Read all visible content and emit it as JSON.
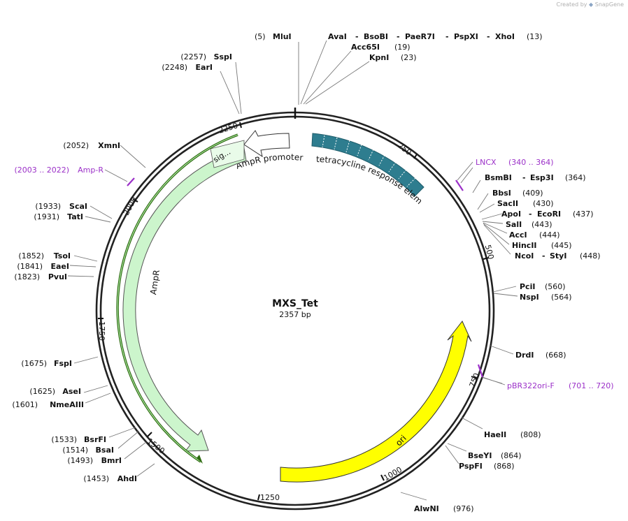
{
  "brand": {
    "created_by": "Created by",
    "name": "SnapGene"
  },
  "plasmid": {
    "name": "MXS_Tet",
    "length_label": "2357 bp"
  },
  "ruler": [
    "250",
    "500",
    "750",
    "1000",
    "1250",
    "1500",
    "1750",
    "2000",
    "2250"
  ],
  "enzyme_labels": [
    {
      "id": "mlui",
      "pos": "(5)",
      "names": [
        "MluI"
      ]
    },
    {
      "id": "aval",
      "pos": "(13)",
      "names": [
        "AvaI",
        "BsoBI",
        "PaeR7I",
        "PspXI",
        "XhoI"
      ]
    },
    {
      "id": "acc65i",
      "pos": "(19)",
      "names": [
        "Acc65I"
      ]
    },
    {
      "id": "kpni",
      "pos": "(23)",
      "names": [
        "KpnI"
      ]
    },
    {
      "id": "bsmbi",
      "pos": "(364)",
      "names": [
        "BsmBI",
        "Esp3I"
      ]
    },
    {
      "id": "bbsi",
      "pos": "(409)",
      "names": [
        "BbsI"
      ]
    },
    {
      "id": "sacii",
      "pos": "(430)",
      "names": [
        "SacII"
      ]
    },
    {
      "id": "apoi",
      "pos": "(437)",
      "names": [
        "ApoI",
        "EcoRI"
      ]
    },
    {
      "id": "sali",
      "pos": "(443)",
      "names": [
        "SalI"
      ]
    },
    {
      "id": "acci",
      "pos": "(444)",
      "names": [
        "AccI"
      ]
    },
    {
      "id": "hincii",
      "pos": "(445)",
      "names": [
        "HincII"
      ]
    },
    {
      "id": "ncoi",
      "pos": "(448)",
      "names": [
        "NcoI",
        "StyI"
      ]
    },
    {
      "id": "pcii",
      "pos": "(560)",
      "names": [
        "PciI"
      ]
    },
    {
      "id": "nspi",
      "pos": "(564)",
      "names": [
        "NspI"
      ]
    },
    {
      "id": "drdi",
      "pos": "(668)",
      "names": [
        "DrdI"
      ]
    },
    {
      "id": "haeii",
      "pos": "(808)",
      "names": [
        "HaeII"
      ]
    },
    {
      "id": "bseyi",
      "pos": "(864)",
      "names": [
        "BseYI"
      ]
    },
    {
      "id": "pspfi",
      "pos": "(868)",
      "names": [
        "PspFI"
      ]
    },
    {
      "id": "alwni",
      "pos": "(976)",
      "names": [
        "AlwNI"
      ]
    },
    {
      "id": "ahdi",
      "pos": "(1453)",
      "names": [
        "AhdI"
      ]
    },
    {
      "id": "bmri",
      "pos": "(1493)",
      "names": [
        "BmrI"
      ]
    },
    {
      "id": "bsai",
      "pos": "(1514)",
      "names": [
        "BsaI"
      ]
    },
    {
      "id": "bsrfi",
      "pos": "(1533)",
      "names": [
        "BsrFI"
      ]
    },
    {
      "id": "nmeaiii",
      "pos": "(1601)",
      "names": [
        "NmeAIII"
      ]
    },
    {
      "id": "asei",
      "pos": "(1625)",
      "names": [
        "AseI"
      ]
    },
    {
      "id": "fspi",
      "pos": "(1675)",
      "names": [
        "FspI"
      ]
    },
    {
      "id": "pvui",
      "pos": "(1823)",
      "names": [
        "PvuI"
      ]
    },
    {
      "id": "eaei",
      "pos": "(1841)",
      "names": [
        "EaeI"
      ]
    },
    {
      "id": "tsoi",
      "pos": "(1852)",
      "names": [
        "TsoI"
      ]
    },
    {
      "id": "tati",
      "pos": "(1931)",
      "names": [
        "TatI"
      ]
    },
    {
      "id": "scai",
      "pos": "(1933)",
      "names": [
        "ScaI"
      ]
    },
    {
      "id": "xmni",
      "pos": "(2052)",
      "names": [
        "XmnI"
      ]
    },
    {
      "id": "eari",
      "pos": "(2248)",
      "names": [
        "EarI"
      ]
    },
    {
      "id": "sspi",
      "pos": "(2257)",
      "names": [
        "SspI"
      ]
    }
  ],
  "primer_labels": [
    {
      "id": "lncx",
      "name": "LNCX",
      "range": "(340 .. 364)"
    },
    {
      "id": "pbr322",
      "name": "pBR322ori-F",
      "range": "(701 .. 720)"
    },
    {
      "id": "ampr-primer",
      "name": "Amp-R",
      "range": "(2003 .. 2022)"
    }
  ],
  "features": {
    "tre": "tetracycline response element",
    "ampr_promoter": "AmpR promoter",
    "sig": "sig...",
    "ampr": "AmpR",
    "ori": "ori"
  },
  "colors": {
    "backbone": "#222222",
    "primer": "#9b30c8",
    "tre": "#2e7d8f",
    "ampr_fill": "#ccf5cc",
    "ampr_outline": "#2d6a10",
    "ori_fill": "#ffff00",
    "promoter_fill": "#ffffff"
  }
}
